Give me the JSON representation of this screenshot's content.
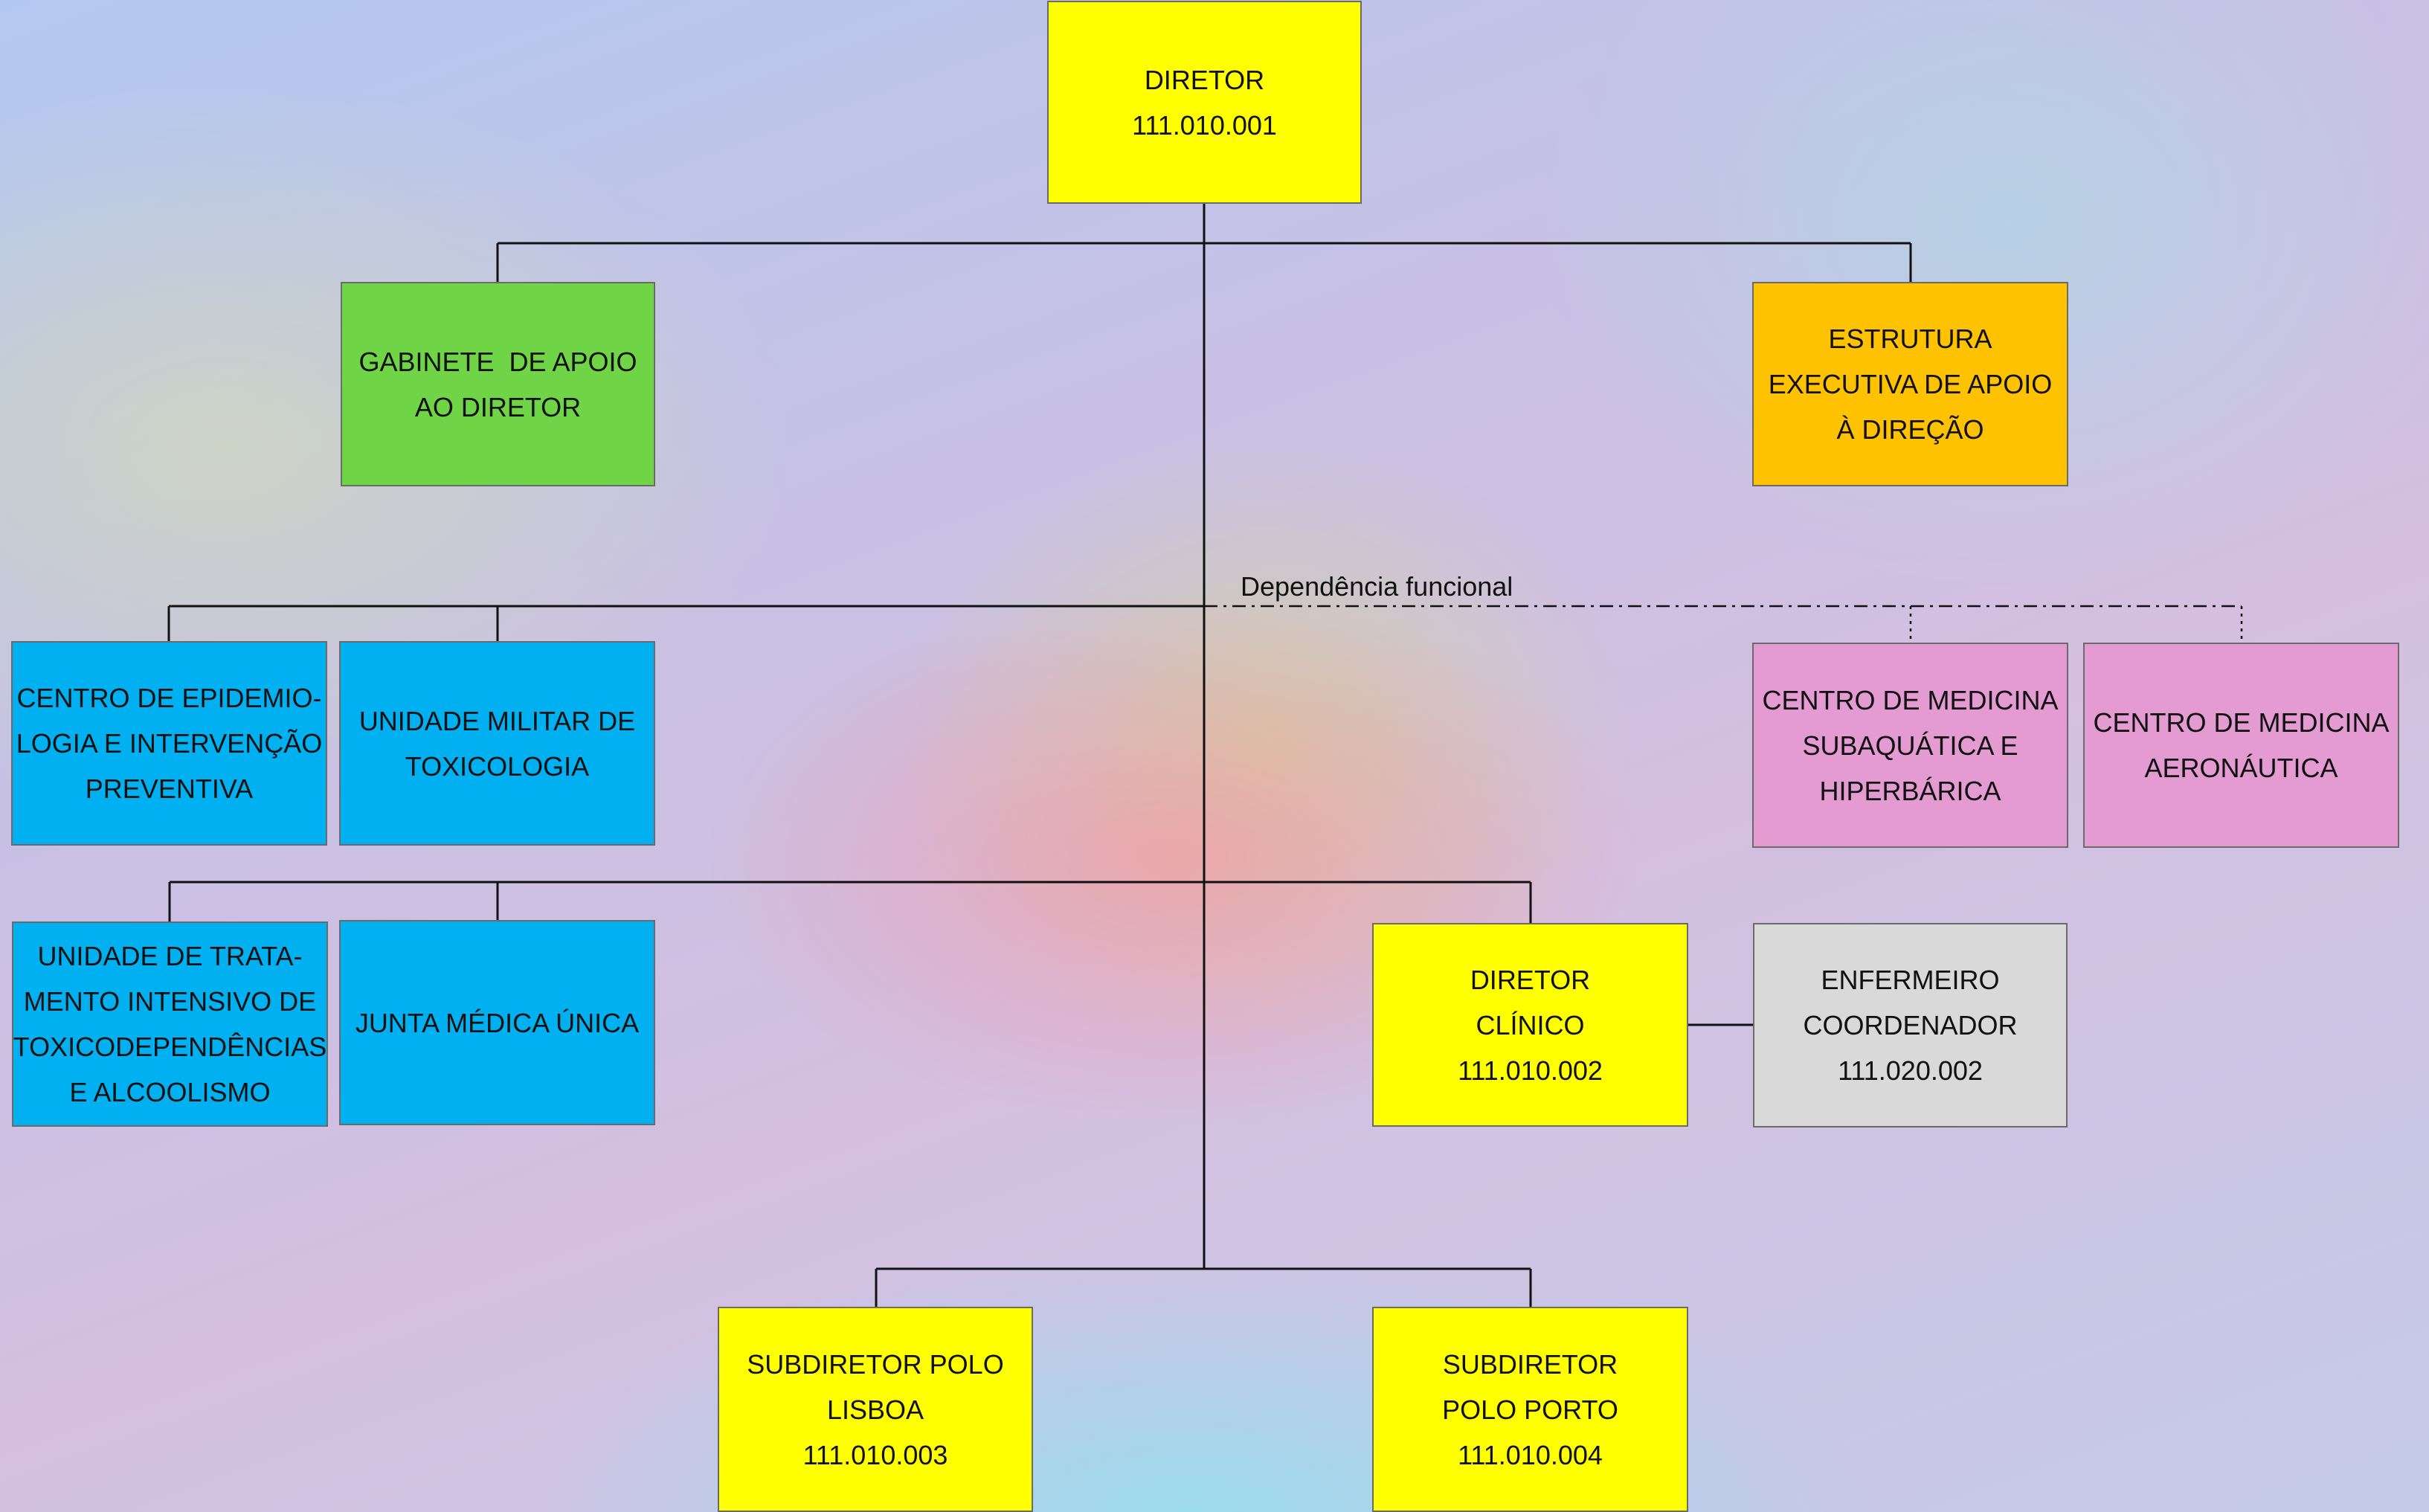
{
  "diagram": {
    "dependency_label": "Dependência funcional",
    "colors": {
      "director": "#ffff00",
      "support_cabinet": "#6fd446",
      "executive_structure": "#ffc200",
      "services": "#00b0f0",
      "functional_centers": "#e49bd2",
      "nurse": "#d9d9d9"
    },
    "boxes": {
      "diretor": [
        "DIRETOR",
        "111.010.001"
      ],
      "gabinete": [
        "GABINETE  DE APOIO",
        "AO DIRETOR"
      ],
      "estrutura": [
        "ESTRUTURA",
        "EXECUTIVA DE APOIO",
        "À DIREÇÃO"
      ],
      "centro_epidemiologia": [
        "CENTRO DE EPIDEMIO-",
        "LOGIA E INTERVENÇÃO",
        "PREVENTIVA"
      ],
      "unidade_toxicologia": [
        "UNIDADE MILITAR DE",
        "TOXICOLOGIA"
      ],
      "centro_subaquatica": [
        "CENTRO DE MEDICINA",
        "SUBAQUÁTICA E",
        "HIPERBÁRICA"
      ],
      "centro_aeronautica": [
        "CENTRO DE MEDICINA",
        "AERONÁUTICA"
      ],
      "unidade_tratamento": [
        "UNIDADE DE TRATA-",
        "MENTO INTENSIVO DE",
        "TOXICODEPENDÊNCIAS",
        "E ALCOOLISMO"
      ],
      "junta_medica": [
        "JUNTA MÉDICA ÚNICA"
      ],
      "diretor_clinico": [
        "DIRETOR",
        "CLÍNICO",
        "111.010.002"
      ],
      "enfermeiro": [
        "ENFERMEIRO",
        "COORDENADOR",
        "111.020.002"
      ],
      "subdiretor_lisboa": [
        "SUBDIRETOR POLO",
        "LISBOA",
        "111.010.003"
      ],
      "subdiretor_porto": [
        "SUBDIRETOR",
        "POLO PORTO",
        "111.010.004"
      ]
    }
  }
}
